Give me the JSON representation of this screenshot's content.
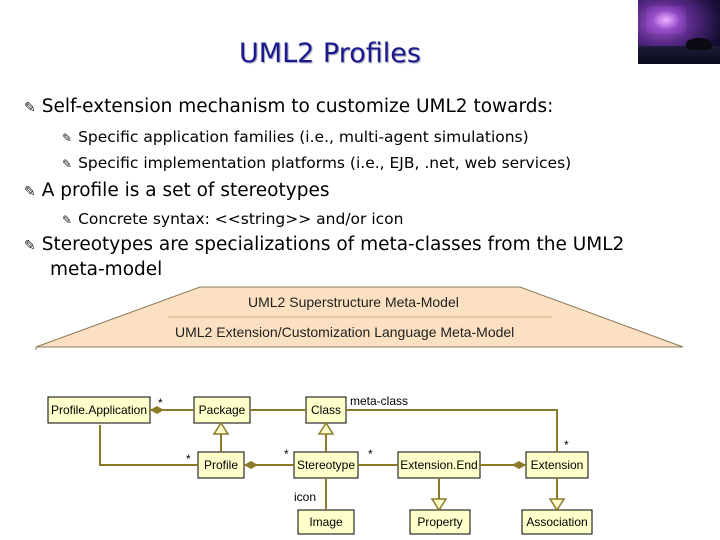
{
  "slide": {
    "title": "UML2 Profiles",
    "bullets": [
      {
        "text": "Self-extension mechanism to customize UML2 towards:"
      },
      {
        "text": "Specific application families (i.e., multi-agent simulations)"
      },
      {
        "text": "Specific implementation platforms (i.e., EJB, .net, web services)"
      },
      {
        "text": "A profile is a set of stereotypes"
      },
      {
        "text": "Concrete syntax: <<string>> and/or icon"
      },
      {
        "text": "Stereotypes are specializations of meta-classes from the UML2"
      },
      {
        "text": "meta-model"
      }
    ],
    "bullet_glyph": "✎"
  },
  "diagram": {
    "superstructure_label": "UML2 Superstructure Meta-Model",
    "extension_language_label": "UML2 Extension/Customization Language Meta-Model",
    "classes": {
      "profile_application": "Profile.Application",
      "package": "Package",
      "class": "Class",
      "profile": "Profile",
      "stereotype": "Stereotype",
      "extension_end": "Extension.End",
      "extension": "Extension",
      "image": "Image",
      "property": "Property",
      "association": "Association"
    },
    "role_labels": {
      "meta_class": "meta-class",
      "icon": "icon"
    },
    "multiplicities": {
      "profile_application_package": "*",
      "profile_stereotype": "*",
      "stereotype_left": "*",
      "stereotype_right": "*",
      "extension_top": "*"
    },
    "colors": {
      "banner_fill": "#fbe1c2",
      "box_fill": "#ffffcc",
      "association_line": "#8a7a2a"
    }
  }
}
